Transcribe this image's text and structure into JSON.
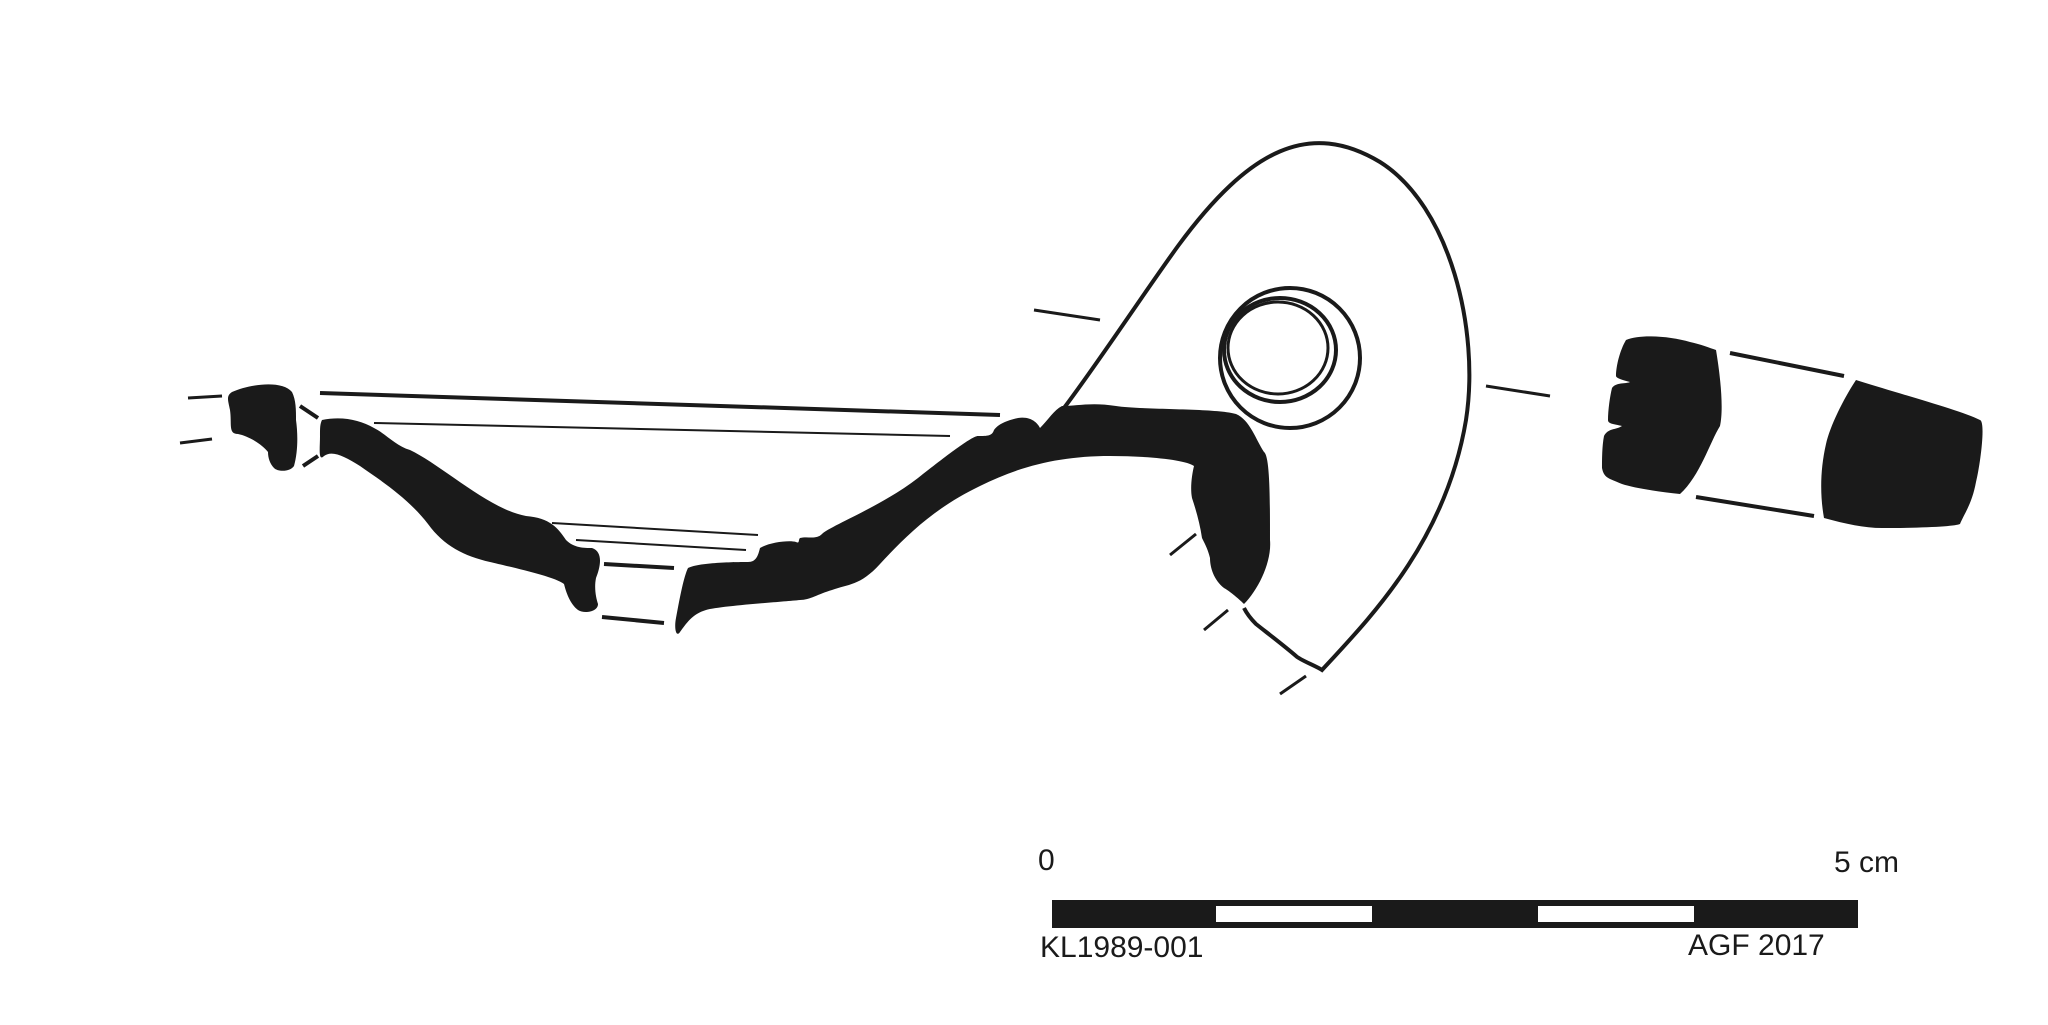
{
  "scale_bar": {
    "start_label": "0",
    "end_label": "5 cm",
    "segments": 5,
    "color": "#1a1a1a"
  },
  "catalog_number": "KL1989-001",
  "credit": "AGF 2017",
  "colors": {
    "ink": "#1a1a1a",
    "background": "#ffffff"
  }
}
